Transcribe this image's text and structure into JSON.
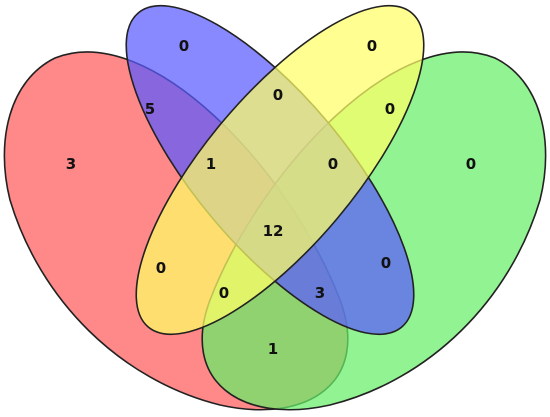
{
  "sets": [
    {
      "id": "A",
      "color": "#ff5a5a"
    },
    {
      "id": "B",
      "color": "#5a5aff"
    },
    {
      "id": "C",
      "color": "#ffff66"
    },
    {
      "id": "D",
      "color": "#66ee66"
    }
  ],
  "regions": [
    {
      "sets": "A",
      "value": "3"
    },
    {
      "sets": "B",
      "value": "0"
    },
    {
      "sets": "C",
      "value": "0"
    },
    {
      "sets": "D",
      "value": "0"
    },
    {
      "sets": "AB",
      "value": "5"
    },
    {
      "sets": "BC",
      "value": "0"
    },
    {
      "sets": "CD",
      "value": "0"
    },
    {
      "sets": "ABC",
      "value": "1"
    },
    {
      "sets": "BCD",
      "value": "0"
    },
    {
      "sets": "ABCD",
      "value": "12"
    },
    {
      "sets": "AC",
      "value": "0"
    },
    {
      "sets": "BD",
      "value": "0"
    },
    {
      "sets": "ACD",
      "value": "0"
    },
    {
      "sets": "ABD",
      "value": "3"
    },
    {
      "sets": "AD",
      "value": "1"
    }
  ]
}
